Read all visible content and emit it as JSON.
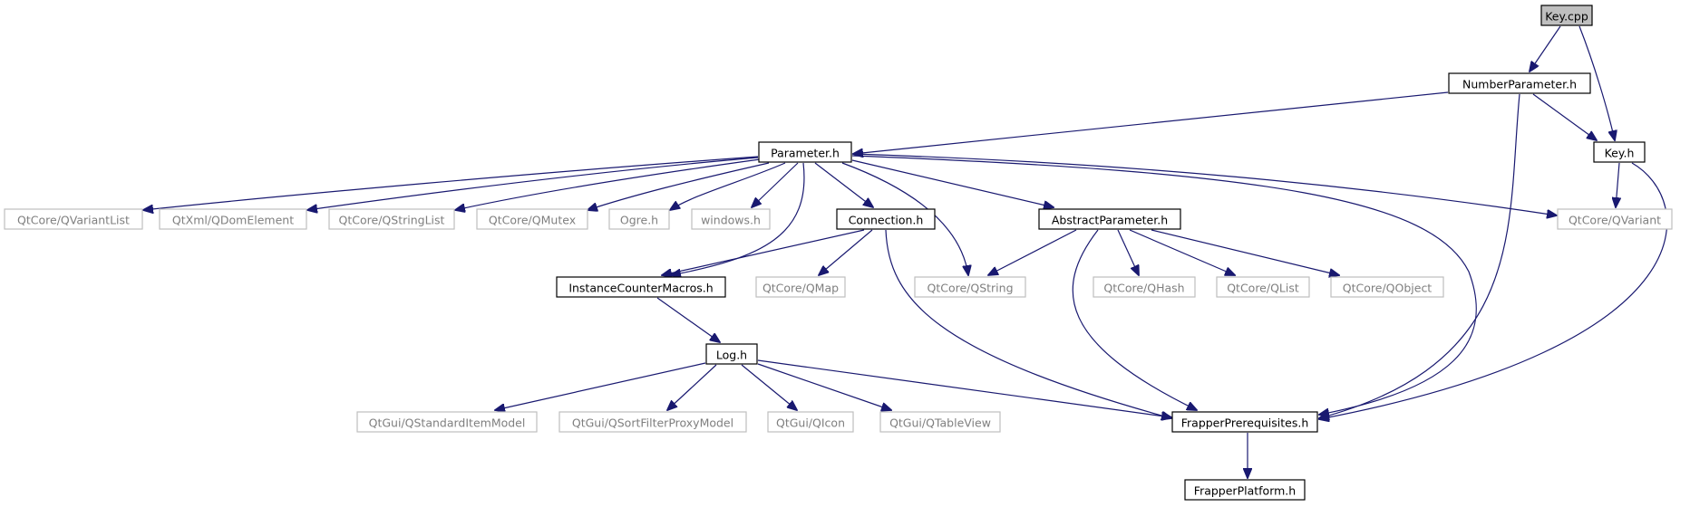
{
  "diagram": {
    "type": "include-dependency-graph",
    "colors": {
      "edge": "#191970",
      "root_fill": "#bfbfbf",
      "external_border": "#bfbfbf",
      "external_text": "#7f7f7f"
    },
    "nodes": [
      {
        "id": "key_cpp",
        "label": "Key.cpp",
        "kind": "root"
      },
      {
        "id": "number_parameter",
        "label": "NumberParameter.h",
        "kind": "main"
      },
      {
        "id": "key_h",
        "label": "Key.h",
        "kind": "main"
      },
      {
        "id": "parameter",
        "label": "Parameter.h",
        "kind": "main"
      },
      {
        "id": "qvariantlist",
        "label": "QtCore/QVariantList",
        "kind": "external"
      },
      {
        "id": "qdomelement",
        "label": "QtXml/QDomElement",
        "kind": "external"
      },
      {
        "id": "qstringlist",
        "label": "QtCore/QStringList",
        "kind": "external"
      },
      {
        "id": "qmutex",
        "label": "QtCore/QMutex",
        "kind": "external"
      },
      {
        "id": "ogre",
        "label": "Ogre.h",
        "kind": "external"
      },
      {
        "id": "windows",
        "label": "windows.h",
        "kind": "external"
      },
      {
        "id": "connection",
        "label": "Connection.h",
        "kind": "main"
      },
      {
        "id": "abstract_parameter",
        "label": "AbstractParameter.h",
        "kind": "main"
      },
      {
        "id": "qvariant",
        "label": "QtCore/QVariant",
        "kind": "external"
      },
      {
        "id": "instance_counter",
        "label": "InstanceCounterMacros.h",
        "kind": "main"
      },
      {
        "id": "qmap",
        "label": "QtCore/QMap",
        "kind": "external"
      },
      {
        "id": "qstring",
        "label": "QtCore/QString",
        "kind": "external"
      },
      {
        "id": "qhash",
        "label": "QtCore/QHash",
        "kind": "external"
      },
      {
        "id": "qlist",
        "label": "QtCore/QList",
        "kind": "external"
      },
      {
        "id": "qobject",
        "label": "QtCore/QObject",
        "kind": "external"
      },
      {
        "id": "log",
        "label": "Log.h",
        "kind": "main"
      },
      {
        "id": "qstandarditemmodel",
        "label": "QtGui/QStandardItemModel",
        "kind": "external"
      },
      {
        "id": "qsortfilterproxymodel",
        "label": "QtGui/QSortFilterProxyModel",
        "kind": "external"
      },
      {
        "id": "qicon",
        "label": "QtGui/QIcon",
        "kind": "external"
      },
      {
        "id": "qtableview",
        "label": "QtGui/QTableView",
        "kind": "external"
      },
      {
        "id": "frapper_prerequisites",
        "label": "FrapperPrerequisites.h",
        "kind": "main"
      },
      {
        "id": "frapper_platform",
        "label": "FrapperPlatform.h",
        "kind": "main"
      }
    ],
    "edges": [
      {
        "from": "key_cpp",
        "to": "number_parameter"
      },
      {
        "from": "key_cpp",
        "to": "key_h"
      },
      {
        "from": "number_parameter",
        "to": "parameter"
      },
      {
        "from": "number_parameter",
        "to": "key_h"
      },
      {
        "from": "number_parameter",
        "to": "frapper_prerequisites"
      },
      {
        "from": "key_h",
        "to": "qvariant"
      },
      {
        "from": "key_h",
        "to": "frapper_prerequisites"
      },
      {
        "from": "parameter",
        "to": "qvariantlist"
      },
      {
        "from": "parameter",
        "to": "qdomelement"
      },
      {
        "from": "parameter",
        "to": "qstringlist"
      },
      {
        "from": "parameter",
        "to": "qmutex"
      },
      {
        "from": "parameter",
        "to": "ogre"
      },
      {
        "from": "parameter",
        "to": "windows"
      },
      {
        "from": "parameter",
        "to": "connection"
      },
      {
        "from": "parameter",
        "to": "instance_counter"
      },
      {
        "from": "parameter",
        "to": "qstring"
      },
      {
        "from": "parameter",
        "to": "abstract_parameter"
      },
      {
        "from": "parameter",
        "to": "qvariant"
      },
      {
        "from": "parameter",
        "to": "frapper_prerequisites"
      },
      {
        "from": "connection",
        "to": "instance_counter"
      },
      {
        "from": "connection",
        "to": "qmap"
      },
      {
        "from": "connection",
        "to": "frapper_prerequisites"
      },
      {
        "from": "abstract_parameter",
        "to": "qstring"
      },
      {
        "from": "abstract_parameter",
        "to": "qhash"
      },
      {
        "from": "abstract_parameter",
        "to": "qlist"
      },
      {
        "from": "abstract_parameter",
        "to": "qobject"
      },
      {
        "from": "abstract_parameter",
        "to": "frapper_prerequisites"
      },
      {
        "from": "instance_counter",
        "to": "log"
      },
      {
        "from": "log",
        "to": "qstandarditemmodel"
      },
      {
        "from": "log",
        "to": "qsortfilterproxymodel"
      },
      {
        "from": "log",
        "to": "qicon"
      },
      {
        "from": "log",
        "to": "qtableview"
      },
      {
        "from": "log",
        "to": "frapper_prerequisites"
      },
      {
        "from": "frapper_prerequisites",
        "to": "frapper_platform"
      }
    ]
  }
}
